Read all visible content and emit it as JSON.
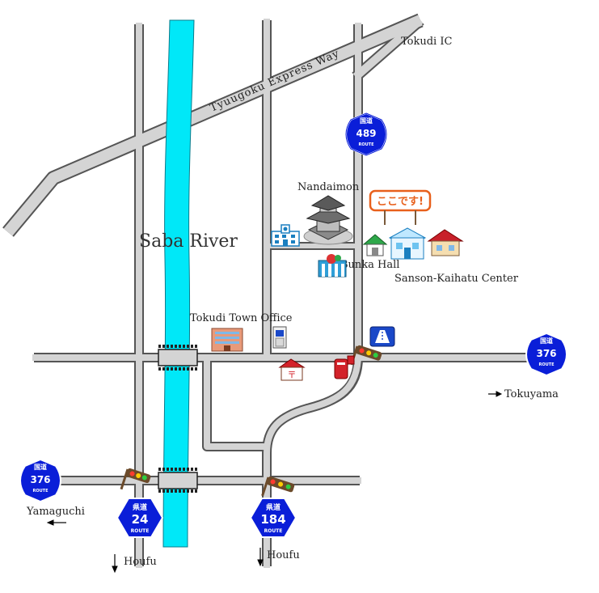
{
  "labels": {
    "tokudi_ic": "Tokudi IC",
    "express_way": "Tyuugoku Express Way",
    "nandaimon": "Nandaimon",
    "here": "ここです!",
    "river": "Saba River",
    "bunka_hall": "Bunka Hall",
    "sanson": "Sanson-Kaihatu Center",
    "town_office": "Tokudi Town Office",
    "tokuyama": "Tokuyama",
    "yamaguchi": "Yamaguchi",
    "houfu_left": "Houfu",
    "houfu_right": "Houfu"
  },
  "shields": {
    "r489": {
      "top": "国道",
      "num": "489",
      "bottom": "ROUTE"
    },
    "r376_right": {
      "top": "国道",
      "num": "376",
      "bottom": "ROUTE"
    },
    "r376_left": {
      "top": "国道",
      "num": "376",
      "bottom": "ROUTE"
    },
    "k24": {
      "top": "県道",
      "num": "24",
      "bottom": "ROUTE"
    },
    "k184": {
      "top": "県道",
      "num": "184",
      "bottom": "ROUTE"
    }
  },
  "colors": {
    "road_fill": "#d4d4d4",
    "road_edge": "#555555",
    "river": "#00e8f8",
    "shield": "#0a1ed8",
    "here_box": "#e8601c"
  }
}
